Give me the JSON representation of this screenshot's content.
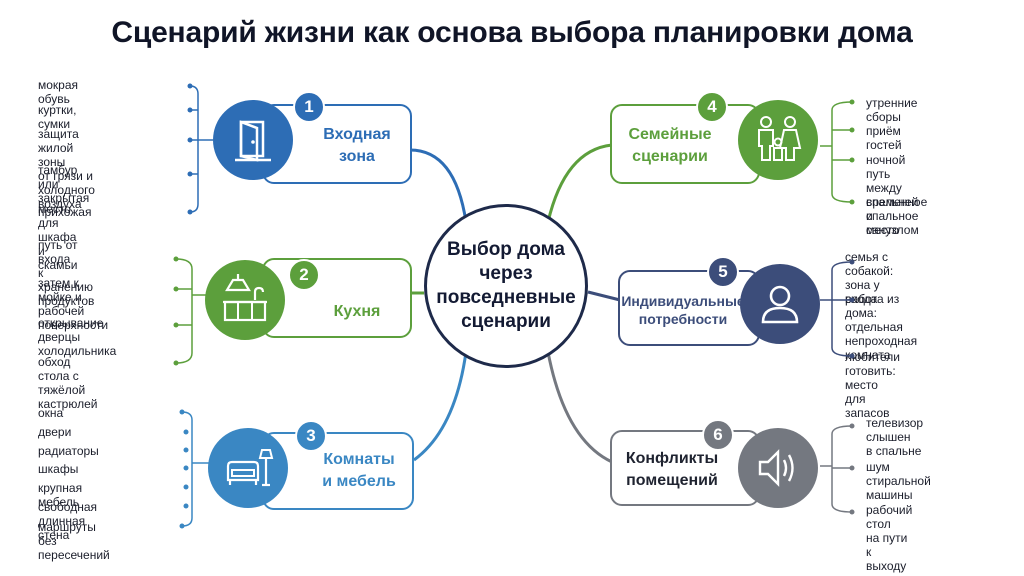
{
  "title": "Сценарий жизни как основа выбора планировки дома",
  "center": "Выбор дома\nчерез\nповседневные\nсценарии",
  "colors": {
    "blue": "#2d6db5",
    "green": "#5c9f3c",
    "navy": "#3c4d7a",
    "gray": "#747880",
    "midblue": "#3a87c3"
  },
  "nodes": [
    {
      "number": "1",
      "label": "Входная\nзона",
      "icon": "door-icon",
      "items": [
        "мокрая обувь",
        "куртки, сумки",
        "защита жилой зоны\nот грязи и холодного воздуха",
        "тамбур или\nзакрытая прихожая",
        "место для шкафа и скамьи"
      ]
    },
    {
      "number": "2",
      "label": "Кухня",
      "icon": "kitchen-icon",
      "items": [
        "путь от входа\nк хранению продуктов",
        "затем к мойке и\nрабочей поверхности",
        "открывание дверцы\nхолодильника",
        "обход стола с\nтяжёлой кастрюлей"
      ]
    },
    {
      "number": "3",
      "label": "Комнаты\nи мебель",
      "icon": "sofa-lamp-icon",
      "items": [
        "окна",
        "двери",
        "радиаторы",
        "шкафы",
        "крупная мебель",
        "свободная длинная стена",
        "маршруты без пересечений"
      ]
    },
    {
      "number": "4",
      "label": "Семейные\nсценарии",
      "icon": "family-icon",
      "items": [
        "утренние сборы",
        "приём гостей",
        "ночной путь между\nспальней и санузлом",
        "временное спальное место"
      ]
    },
    {
      "number": "5",
      "label": "Индивидуальные\nпотребности",
      "icon": "person-icon",
      "items": [
        "семья с собакой:\nзона у входа",
        "работа из дома:\nотдельная\nнепроходная комната",
        "любители готовить:\nместо для запасов"
      ]
    },
    {
      "number": "6",
      "label": "Конфликты\nпомещений",
      "icon": "speaker-icon",
      "items": [
        "телевизор слышен\nв спальне",
        "шум стиральной\nмашины",
        "рабочий стол\nна пути к выходу"
      ]
    }
  ]
}
